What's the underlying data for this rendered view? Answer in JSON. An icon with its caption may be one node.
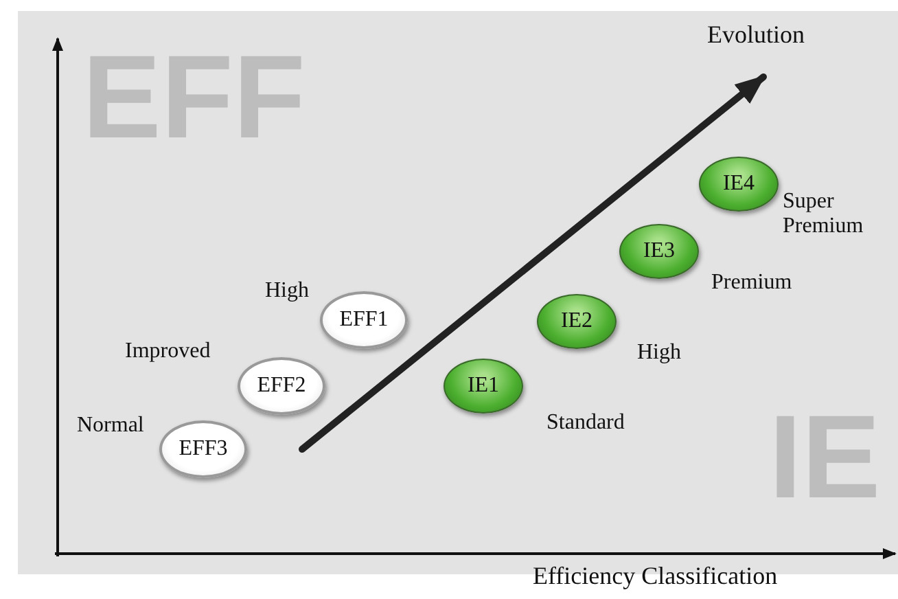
{
  "diagram": {
    "nodes": [
      {
        "text": [
          "EFF3"
        ],
        "beside": [
          "Normal"
        ]
      },
      {
        "text": [
          "EFF2"
        ],
        "beside": [
          "Improved"
        ]
      },
      {
        "text": [
          "EFF1"
        ],
        "beside": [
          "High"
        ]
      },
      {
        "text": [
          "IE1"
        ],
        "beside": [
          "Standard"
        ]
      },
      {
        "text": [
          "IE2"
        ],
        "beside": [
          "High"
        ]
      },
      {
        "text": [
          "IE3"
        ],
        "beside": [
          "Premium"
        ]
      },
      {
        "text": [
          "IE4"
        ],
        "beside": [
          "Super Premium"
        ]
      }
    ],
    "edges": [],
    "labels": [
      "EFF",
      "Evolution",
      "IE",
      "Efficiency Classification"
    ]
  }
}
